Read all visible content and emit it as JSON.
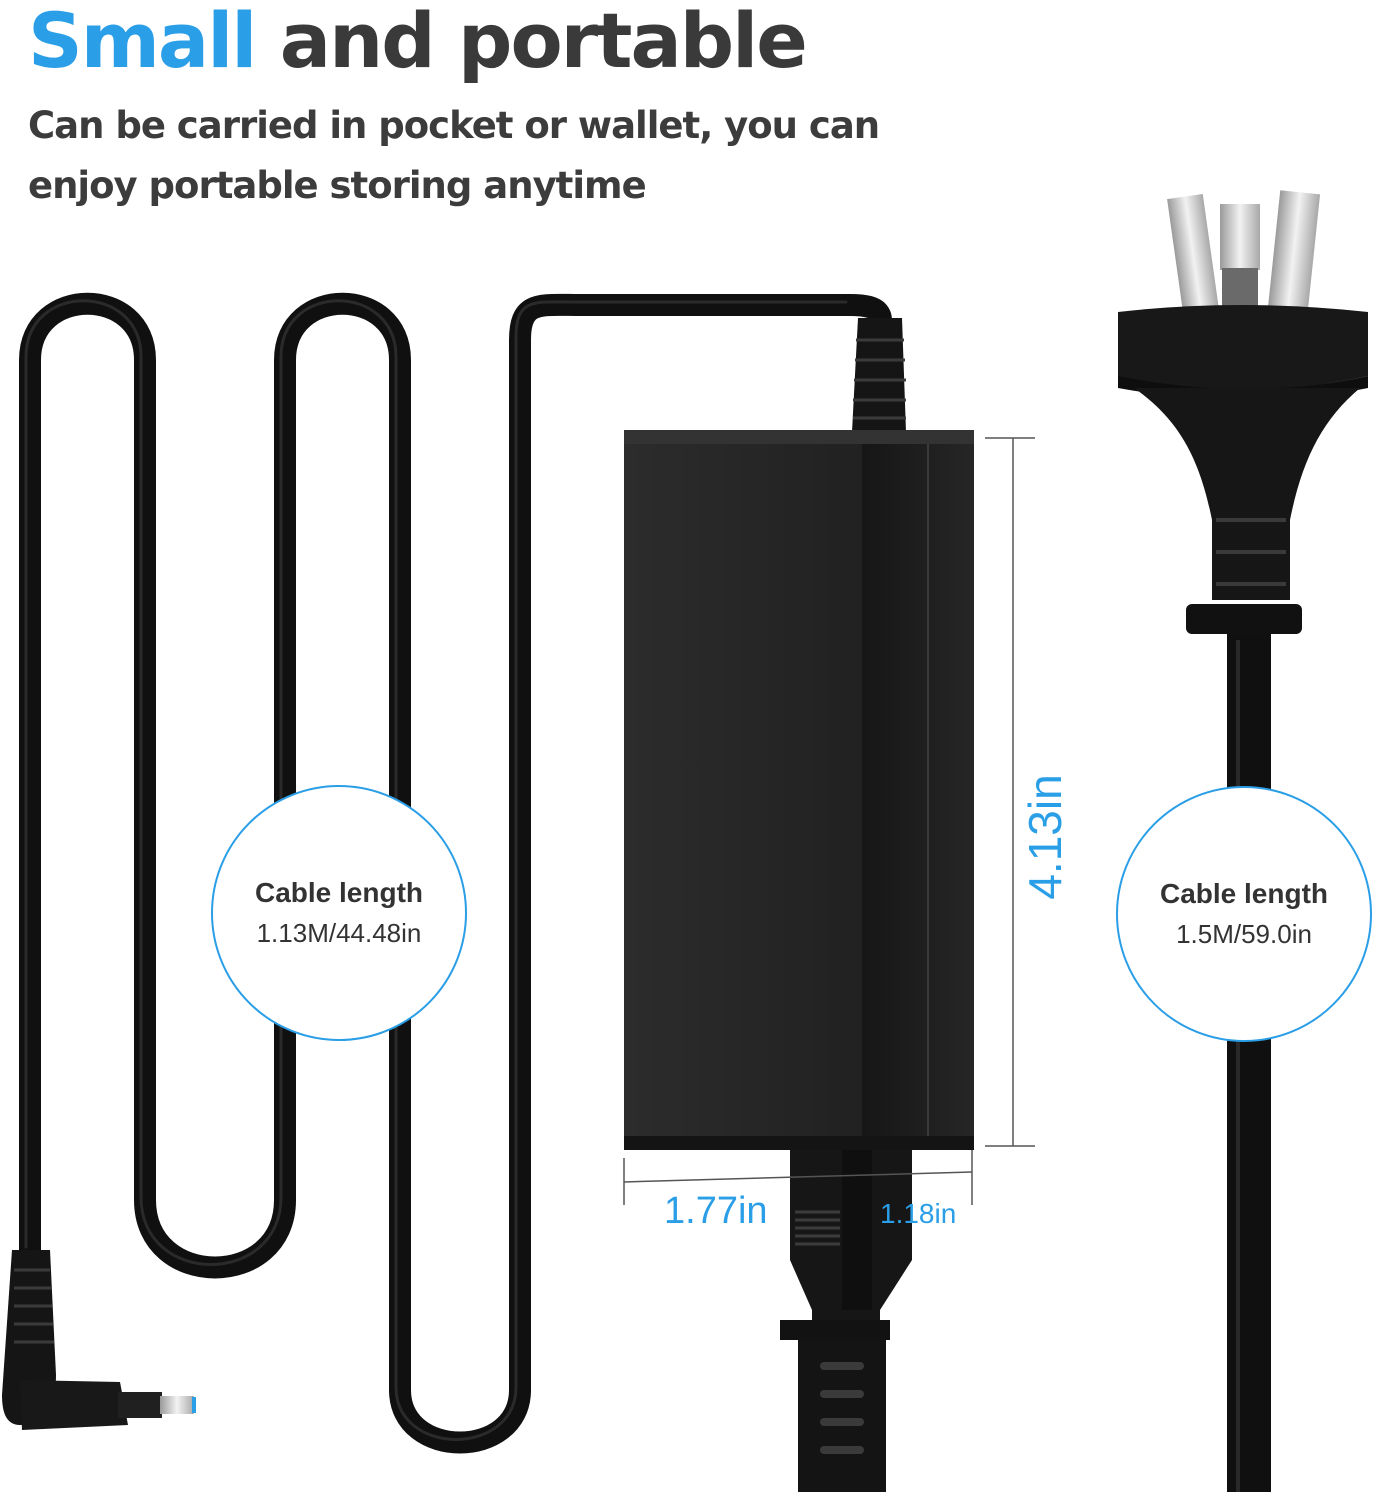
{
  "headline": {
    "accent": "Small",
    "rest": "and portable"
  },
  "subhead": "Can be carried in pocket or wallet, you can enjoy portable storing anytime",
  "badges": {
    "dc_cable": {
      "title": "Cable length",
      "value": "1.13M/44.48in"
    },
    "ac_cable": {
      "title": "Cable length",
      "value": "1.5M/59.0in"
    }
  },
  "dimensions": {
    "height": "4.13in",
    "width": "1.77in",
    "depth": "1.18in"
  },
  "colors": {
    "accent": "#2a9ee6",
    "text": "#3a3a3a",
    "device": "#1e1e1e"
  }
}
